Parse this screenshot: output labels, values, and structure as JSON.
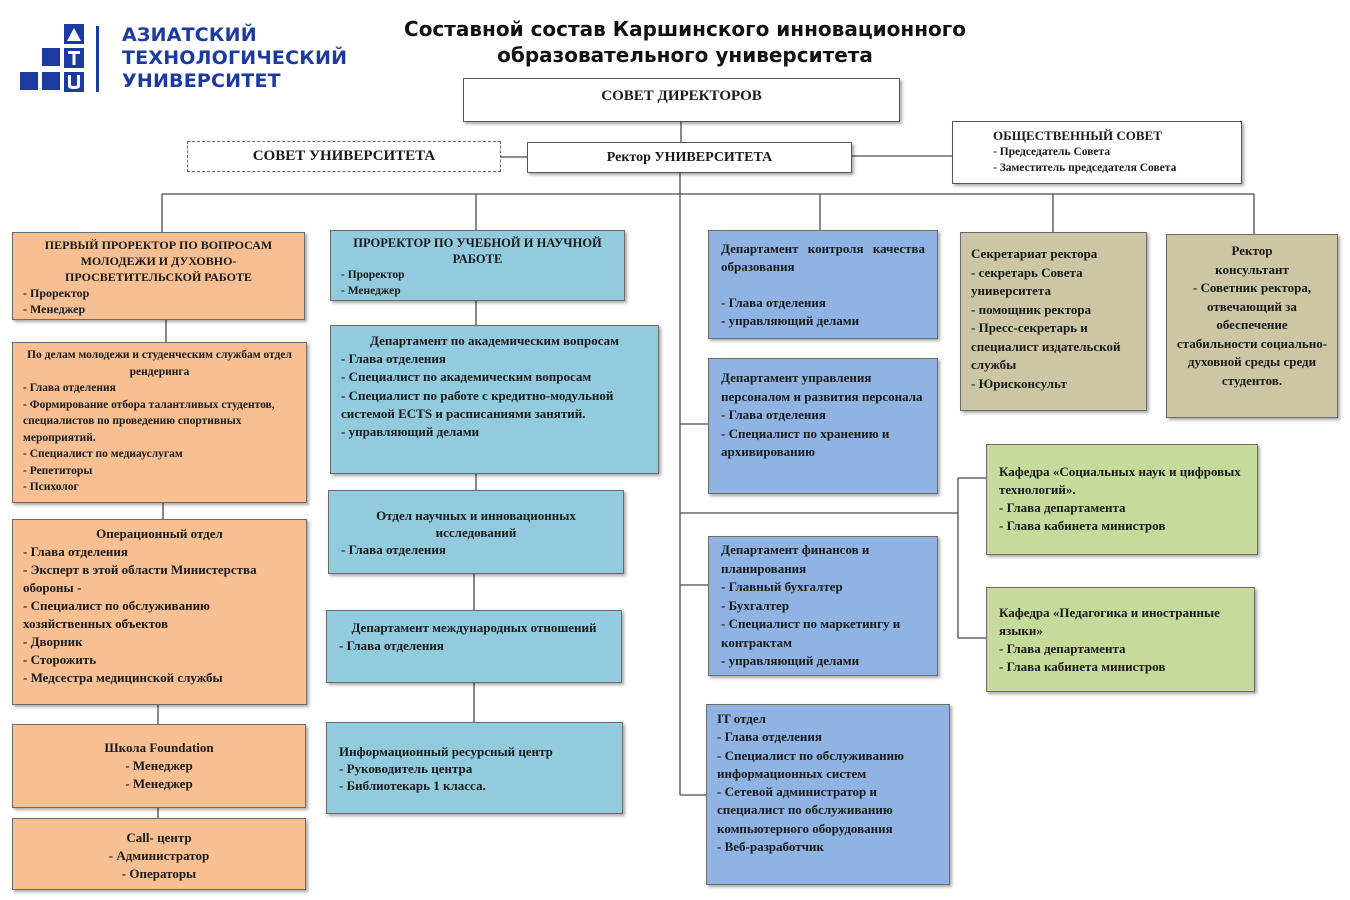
{
  "logo": {
    "line1": "АЗИАТСКИЙ",
    "line2": "ТЕХНОЛОГИЧЕСКИЙ",
    "line3": "УНИВЕРСИТЕТ",
    "mark_letters": "ATU",
    "brand_color": "#1c3aa0"
  },
  "title": {
    "line1": "Составной состав Каршинского инновационного",
    "line2": "образовательного университета"
  },
  "colors": {
    "orange": "#f8bf92",
    "sky": "#92cbdd",
    "blue": "#8fb3e2",
    "olive": "#cdc6a5",
    "green": "#c6da9c"
  },
  "board": {
    "title": "СОВЕТ ДИРЕКТОРОВ"
  },
  "university_council": {
    "title": "СОВЕТ УНИВЕРСИТЕТА"
  },
  "rector": {
    "title": "Ректор УНИВЕРСИТЕТА"
  },
  "public_council": {
    "title": "ОБЩЕСТВЕННЫЙ СОВЕТ",
    "items": [
      "- Председатель Совета",
      "- Заместитель председателя Совета"
    ]
  },
  "orange_col": {
    "first_vice": {
      "title": "ПЕРВЫЙ ПРОРЕКТОР ПО ВОПРОСАМ МОЛОДЕЖИ И ДУХОВНО-ПРОСВЕТИТЕЛЬСКОЙ РАБОТЕ",
      "items": [
        "- Проректор",
        "- Менеджер"
      ]
    },
    "youth": {
      "title": "По делам молодежи и студенческим службам отдел рендеринга",
      "items": [
        "- Глава отделения",
        "- Формирование отбора талантливых студентов, специалистов по проведению спортивных мероприятий.",
        "- Специалист по медиауслугам",
        "- Репетиторы",
        "- Психолог"
      ]
    },
    "operations": {
      "title": "Операционный отдел",
      "items": [
        "- Глава отделения",
        "- Эксперт в этой области Министерства обороны -",
        "- Специалист по обслуживанию хозяйственных объектов",
        "- Дворник",
        "- Сторожить",
        "- Медсестра медицинской службы"
      ]
    },
    "foundation": {
      "title": "Школа  Foundation",
      "items": [
        "- Менеджер",
        "- Менеджер"
      ]
    },
    "callcenter": {
      "title": "Call- центр",
      "items": [
        "- Администратор",
        "- Операторы"
      ]
    }
  },
  "sky_col": {
    "vice_academic": {
      "title": "ПРОРЕКТОР ПО УЧЕБНОЙ И НАУЧНОЙ РАБОТЕ",
      "items": [
        "- Проректор",
        "- Менеджер"
      ]
    },
    "academic_dept": {
      "title": "Департамент по академическим вопросам",
      "items": [
        "- Глава отделения",
        "- Специалист по академическим вопросам",
        "- Специалист по работе с кредитно-модульной системой ECTS и расписаниями занятий.",
        "- управляющий делами"
      ]
    },
    "research_dept": {
      "title": "Отдел научных и инновационных исследований",
      "items": [
        "- Глава отделения"
      ]
    },
    "international_dept": {
      "title": "Департамент международных отношений",
      "items": [
        "- Глава отделения"
      ]
    },
    "info_center": {
      "title": "Информационный ресурсный центр",
      "items": [
        "- Руководитель центра",
        "- Библиотекарь 1 класса."
      ]
    }
  },
  "blue_col": {
    "quality": {
      "title": "Департамент контроля качества образования",
      "items": [
        "- Глава отделения",
        "- управляющий делами"
      ]
    },
    "hr": {
      "title": "Департамент управления персоналом и развития персонала",
      "items": [
        "- Глава отделения",
        "- Специалист по хранению и архивированию"
      ]
    },
    "finance": {
      "title": "Департамент финансов и планирования",
      "items": [
        "- Главный бухгалтер",
        "- Бухгалтер",
        "- Специалист по маркетингу и контрактам",
        "- управляющий делами"
      ]
    },
    "it": {
      "title": "IT отдел",
      "items": [
        "- Глава отделения",
        "- Специалист по обслуживанию информационных систем",
        "- Сетевой администратор и специалист по обслуживанию компьютерного оборудования",
        "- Веб-разработчик"
      ]
    }
  },
  "secretariat": {
    "title": "Секретариат ректора",
    "items": [
      "- секретарь Совета университета",
      "- помощник ректора",
      "- Пресс-секретарь и специалист издательской службы",
      "- Юрисконсульт"
    ]
  },
  "consultant": {
    "title_line1": "Ректор",
    "title_line2": "консультант",
    "items": [
      "- Советник ректора, отвечающий за обеспечение стабильности социально-духовной среды среди студентов."
    ]
  },
  "dept_social": {
    "title": "Кафедра «Социальных наук и цифровых технологий».",
    "items": [
      "- Глава департамента",
      "- Глава кабинета министров"
    ]
  },
  "dept_pedagogy": {
    "title": "Кафедра «Педагогика и иностранные языки»",
    "items": [
      "- Глава департамента",
      "- Глава кабинета министров"
    ]
  }
}
